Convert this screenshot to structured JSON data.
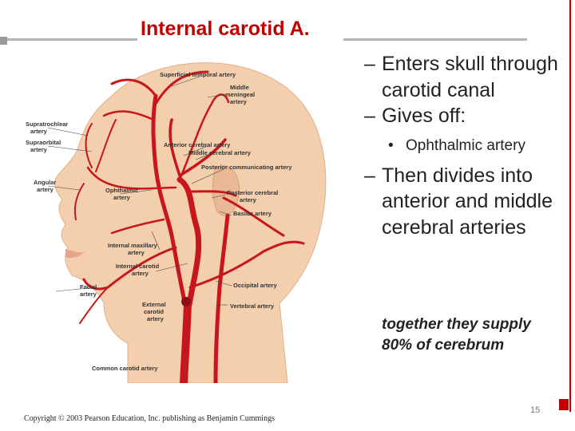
{
  "slide": {
    "title": "Internal carotid A.",
    "bullets": [
      {
        "level": 1,
        "text": "Enters skull through carotid canal"
      },
      {
        "level": 1,
        "text": "Gives off:"
      },
      {
        "level": 2,
        "text": "Ophthalmic artery"
      },
      {
        "level": 1,
        "text": "Then divides into anterior and middle cerebral arteries"
      }
    ],
    "note": "together they supply 80% of cerebrum",
    "page_number": "15",
    "copyright": "Copyright © 2003 Pearson Education, Inc. publishing as Benjamin Cummings"
  },
  "figure": {
    "labels": {
      "superficial_temporal": [
        "Superficial temporal artery"
      ],
      "middle_meningeal": [
        "Middle",
        "meningeal",
        "artery"
      ],
      "supratrochlear": [
        "Supratrochlear",
        "artery"
      ],
      "supraorbital": [
        "Supraorbital",
        "artery"
      ],
      "anterior_cerebral": [
        "Anterior cerebral artery"
      ],
      "middle_cerebral": [
        "Middle cerebral artery"
      ],
      "posterior_communicating": [
        "Posterior communicating artery"
      ],
      "angular": [
        "Angular",
        "artery"
      ],
      "ophthalmic": [
        "Ophthalmic",
        "artery"
      ],
      "posterior_cerebral": [
        "Posterior cerebral",
        "artery"
      ],
      "basilar": [
        "Basilar artery"
      ],
      "internal_maxillary": [
        "Internal maxillary",
        "artery"
      ],
      "internal_carotid": [
        "Internal carotid",
        "artery"
      ],
      "facial": [
        "Facial",
        "artery"
      ],
      "occipital": [
        "Occipital artery"
      ],
      "external_carotid": [
        "External",
        "carotid",
        "artery"
      ],
      "vertebral": [
        "Vertebral artery"
      ],
      "common_carotid": [
        "Common carotid artery"
      ]
    },
    "colors": {
      "skin": "#f3cfae",
      "skin_shade": "#e8b994",
      "artery": "#c8161d",
      "artery_dark": "#8e0d13"
    }
  }
}
